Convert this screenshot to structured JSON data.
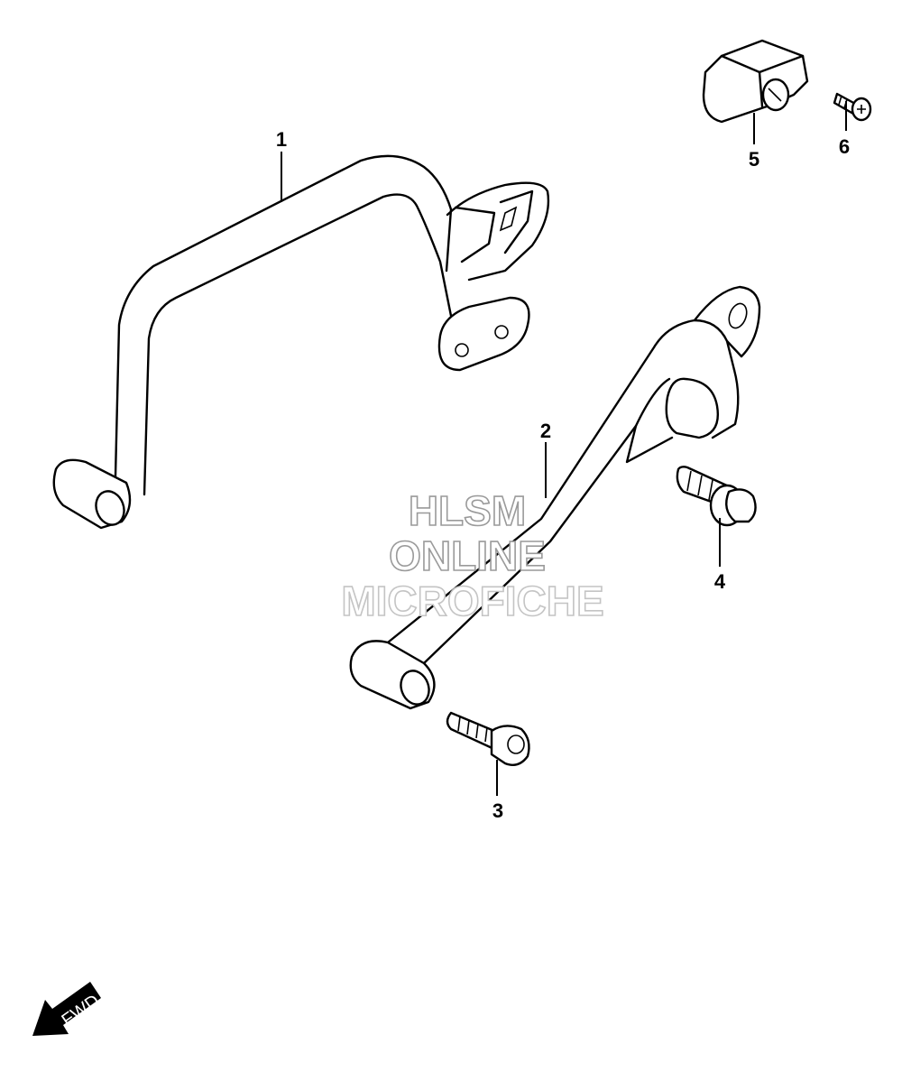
{
  "callouts": {
    "part1": "1",
    "part2": "2",
    "part3": "3",
    "part4": "4",
    "part5": "5",
    "part6": "6"
  },
  "watermark": {
    "line1": "HLSM",
    "line2": "ONLINE",
    "line3": "MICROFICHE"
  },
  "direction": {
    "label": "FWD"
  }
}
